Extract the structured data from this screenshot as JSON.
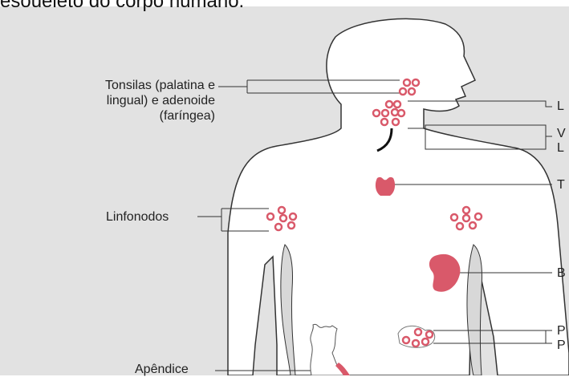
{
  "caption": "esoueleto do corpo humano.",
  "labels": {
    "tonsils": "Tonsilas (palatina e\nlingual) e adenoide\n(faríngea)",
    "lymph_nodes": "Linfonodos",
    "appendix": "Apêndice",
    "r1": "L",
    "r2a": "V",
    "r2b": "L",
    "r3": "T",
    "r4": "B",
    "r5a": "P",
    "r5b": "P"
  },
  "colors": {
    "background": "#e2e2e2",
    "organ": "#d9596a",
    "outline": "#333333",
    "body_fill": "#ffffff"
  }
}
